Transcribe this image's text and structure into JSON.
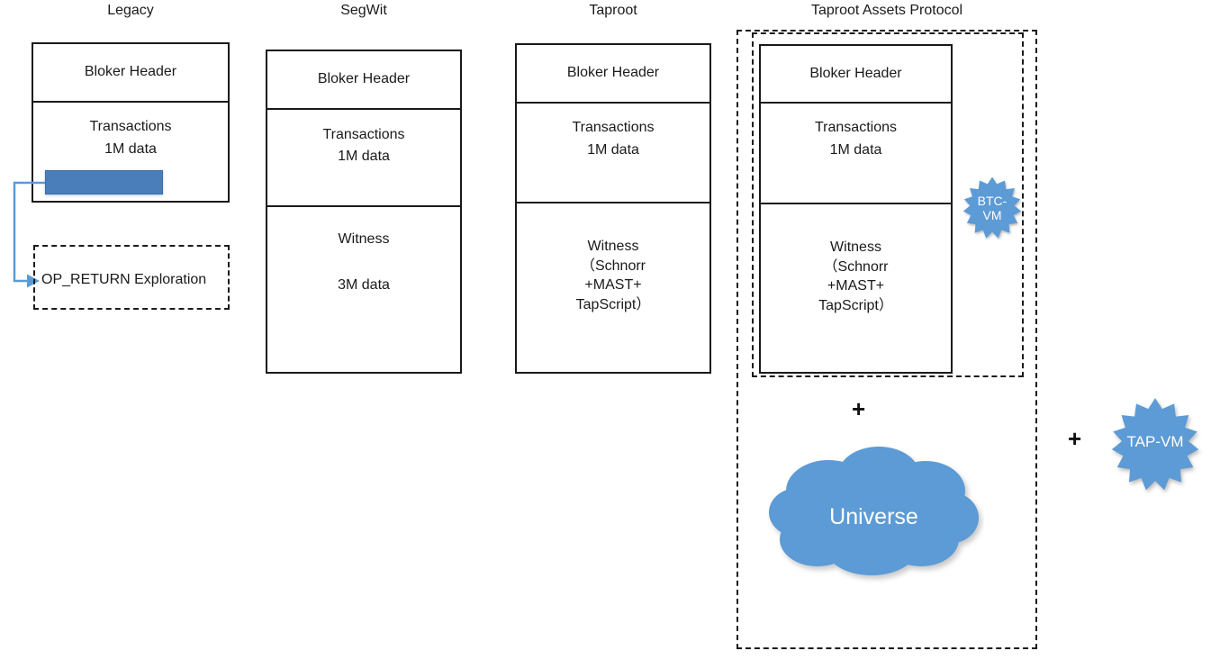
{
  "columns": {
    "legacy": {
      "title": "Legacy",
      "cells": [
        {
          "lines": [
            "Bloker Header"
          ]
        },
        {
          "lines": [
            "Transactions",
            "1M data"
          ]
        }
      ],
      "data_bar": {
        "name": "inscribed-data-bar",
        "color": "#4A7EBB"
      },
      "annotation": {
        "label": "OP_RETURN Exploration"
      }
    },
    "segwit": {
      "title": "SegWit",
      "cells": [
        {
          "lines": [
            "Bloker Header"
          ]
        },
        {
          "lines": [
            "Transactions",
            "1M data"
          ]
        },
        {
          "lines": [
            "Witness",
            "3M data"
          ]
        }
      ]
    },
    "taproot": {
      "title": "Taproot",
      "cells": [
        {
          "lines": [
            "Bloker Header"
          ]
        },
        {
          "lines": [
            "Transactions",
            "1M data"
          ]
        },
        {
          "lines": [
            "Witness",
            "（Schnorr",
            "+MAST+",
            "TapScript）"
          ]
        }
      ]
    },
    "taproot_assets": {
      "title": "Taproot Assets Protocol",
      "cells": [
        {
          "lines": [
            "Bloker Header"
          ]
        },
        {
          "lines": [
            "Transactions",
            "1M data"
          ]
        },
        {
          "lines": [
            "Witness",
            "（Schnorr",
            "+MAST+",
            "TapScript）"
          ]
        }
      ],
      "plus": "+",
      "cloud": {
        "label": "Universe",
        "color": "#5B9BD5"
      },
      "btc_vm": {
        "label": "BTC-\nVM",
        "color": "#5B9BD5"
      }
    }
  },
  "right_side": {
    "plus": "+",
    "tap_vm": {
      "label": "TAP-VM",
      "color": "#5B9BD5"
    }
  }
}
